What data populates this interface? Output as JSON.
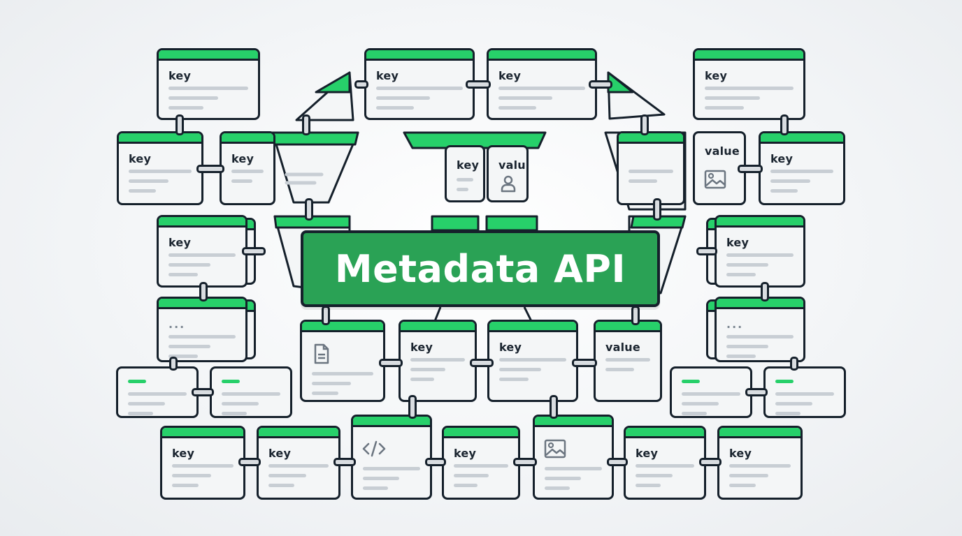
{
  "title": "Metadata API",
  "labels": {
    "key": "key",
    "value": "value",
    "valu": "valu",
    "dots": "..."
  },
  "icons": [
    "document-icon",
    "code-icon",
    "image-icon",
    "user-icon"
  ],
  "colors": {
    "accent_green": "#27d06a",
    "title_green": "#2aa255",
    "outline": "#15202b",
    "card_fill": "#f4f6f7",
    "line_gray": "#c8ced4"
  }
}
